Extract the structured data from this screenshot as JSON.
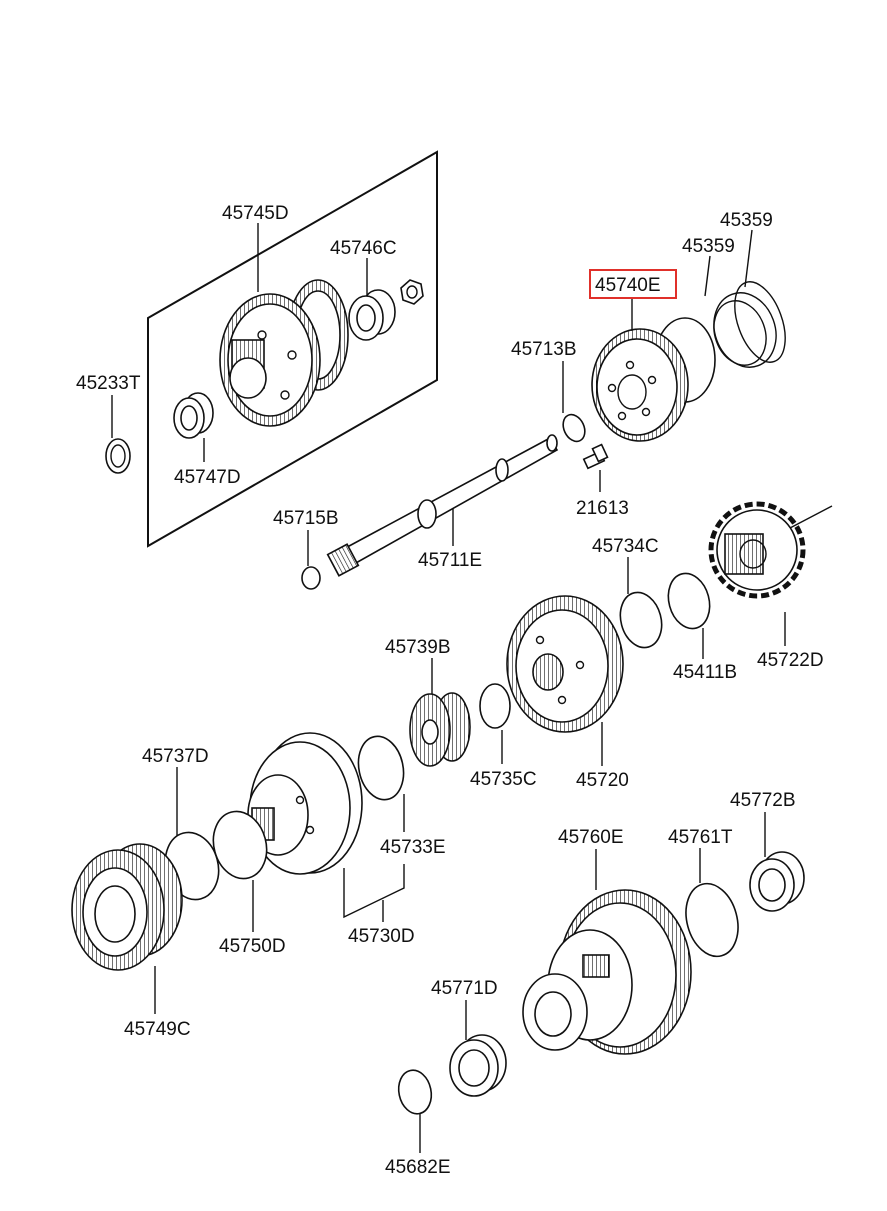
{
  "highlight_part": "45740E",
  "highlight_color": "#e0302a",
  "labels": {
    "p45745D": "45745D",
    "p45746C": "45746C",
    "p45233T": "45233T",
    "p45747D": "45747D",
    "p45359a": "45359",
    "p45359b": "45359",
    "p45740E": "45740E",
    "p45713B": "45713B",
    "p21613": "21613",
    "p45715B": "45715B",
    "p45711E": "45711E",
    "p45734C": "45734C",
    "p45411B": "45411B",
    "p45722D": "45722D",
    "p45739B": "45739B",
    "p45735C": "45735C",
    "p45720": "45720",
    "p45737D": "45737D",
    "p45733E": "45733E",
    "p45750D": "45750D",
    "p45730D": "45730D",
    "p45749C": "45749C",
    "p45760E": "45760E",
    "p45761T": "45761T",
    "p45772B": "45772B",
    "p45771D": "45771D",
    "p45682E": "45682E"
  }
}
